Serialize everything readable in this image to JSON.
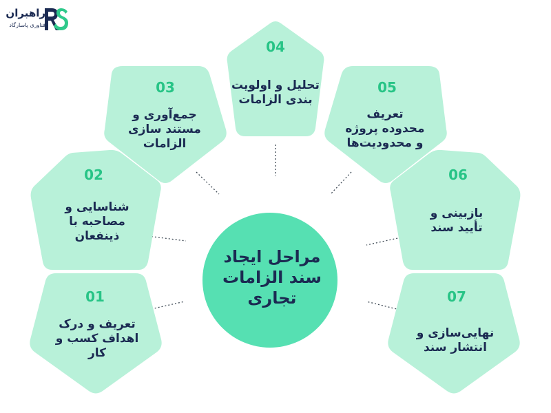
{
  "logo": {
    "name": "راهبران",
    "subtitle": "فناوری پاسارگاد",
    "mark_letters": "RS"
  },
  "center": {
    "title": "مراحل ایجاد\nسند الزامات\nتجاری"
  },
  "steps": [
    {
      "number": "01",
      "title": "تعریف و درک\nاهداف کسب و\nکار"
    },
    {
      "number": "02",
      "title": "شناسایی و\nمصاحبه با\nذینفعان"
    },
    {
      "number": "03",
      "title": "جمع‌آوری و\nمستند سازی\nالزامات"
    },
    {
      "number": "04",
      "title": "تحلیل و اولویت\nبندی الزامات"
    },
    {
      "number": "05",
      "title": "تعریف\nمحدوده پروژه\nو محدودیت‌ها"
    },
    {
      "number": "06",
      "title": "بازبینی و\nتأیید سند"
    },
    {
      "number": "07",
      "title": "نهایی‌سازی و\nانتشار سند"
    }
  ],
  "colors": {
    "pentagon": "#b8f1d9",
    "hub": "#56e0b2",
    "number": "#27c486",
    "text": "#1b2a52"
  }
}
